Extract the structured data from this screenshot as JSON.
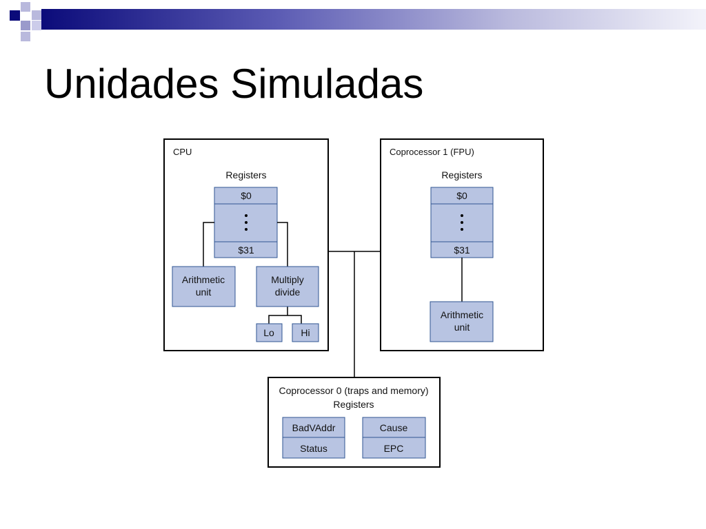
{
  "slide": {
    "title": "Unidades Simuladas",
    "banner_colors": {
      "dark": "#0b0b7a",
      "mid": "#5a5ab3",
      "light": "#b9b9dd",
      "fade": "#e9e9f5"
    }
  },
  "diagram": {
    "cpu": {
      "label": "CPU",
      "registers_label": "Registers",
      "reg_first": "$0",
      "reg_last": "$31",
      "arith_line1": "Arithmetic",
      "arith_line2": "unit",
      "muldiv_line1": "Multiply",
      "muldiv_line2": "divide",
      "lo": "Lo",
      "hi": "Hi"
    },
    "fpu": {
      "label": "Coprocessor 1 (FPU)",
      "registers_label": "Registers",
      "reg_first": "$0",
      "reg_last": "$31",
      "arith_line1": "Arithmetic",
      "arith_line2": "unit"
    },
    "cop0": {
      "label": "Coprocessor 0 (traps and memory)",
      "registers_label": "Registers",
      "badvaddr": "BadVAddr",
      "cause": "Cause",
      "status": "Status",
      "epc": "EPC"
    },
    "colors": {
      "register_fill": "#b8c4e2",
      "register_stroke": "#2f5592"
    }
  }
}
